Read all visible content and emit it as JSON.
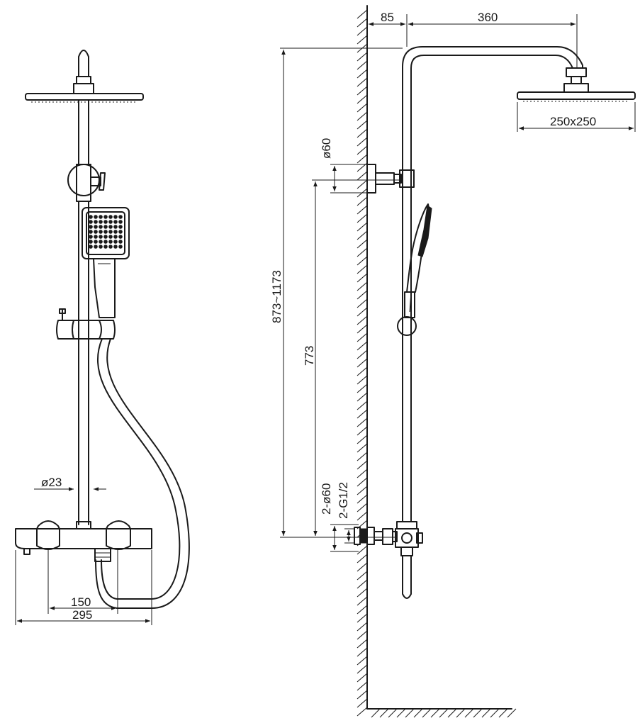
{
  "dimensions": {
    "arm_offset": "85",
    "arm_length": "360",
    "head_size": "250x250",
    "bracket_dia": "ø60",
    "total_height": "873~1173",
    "rail_height": "773",
    "flange_dia": "2-ø60",
    "thread": "2-G1/2",
    "pipe_dia": "ø23",
    "centers": "150",
    "mixer_width": "295"
  },
  "colors": {
    "line": "#1a1a1a",
    "background": "#ffffff"
  }
}
